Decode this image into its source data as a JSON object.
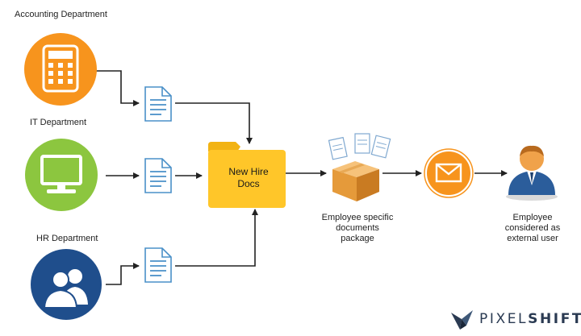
{
  "departments": {
    "accounting": "Accounting Department",
    "it": "IT Department",
    "hr": "HR Department"
  },
  "folder": {
    "line1": "New Hire",
    "line2": "Docs"
  },
  "package": {
    "line1": "Employee specific",
    "line2": "documents",
    "line3": "package"
  },
  "employee": {
    "line1": "Employee",
    "line2": "considered as",
    "line3": "external user"
  },
  "brand": {
    "part1": "PIXEL",
    "part2": "SHIFT"
  },
  "colors": {
    "accounting": "#f7941d",
    "it": "#8cc63f",
    "hr": "#1f4e8c",
    "folder": "#ffc629",
    "envelope": "#f7941d",
    "document": "#4a90c8",
    "brand": "#2a3a52"
  },
  "icons": {
    "accounting": "calculator-icon",
    "it": "monitor-icon",
    "hr": "people-icon",
    "document": "document-icon",
    "folder": "folder-icon",
    "package": "box-icon",
    "envelope": "envelope-icon",
    "user": "user-icon"
  }
}
